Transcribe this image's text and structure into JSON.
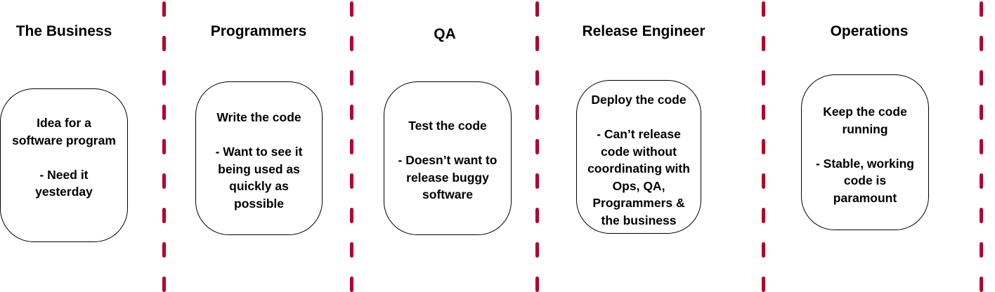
{
  "columns": [
    {
      "title": "The Business",
      "box": {
        "heading": [
          "Idea for a",
          "software program"
        ],
        "note": [
          "- Need it",
          "yesterday"
        ]
      }
    },
    {
      "title": "Programmers",
      "box": {
        "heading": [
          "Write the code"
        ],
        "note": [
          "- Want to see it",
          "being used as",
          "quickly as",
          "possible"
        ]
      }
    },
    {
      "title": "QA",
      "box": {
        "heading": [
          "Test the code"
        ],
        "note": [
          "- Doesn’t want to",
          "release buggy",
          "software"
        ]
      }
    },
    {
      "title": "Release Engineer",
      "box": {
        "heading": [
          "Deploy the code"
        ],
        "note": [
          "- Can’t release",
          "code without",
          "coordinating with",
          "Ops, QA,",
          "Programmers &",
          "the business"
        ]
      }
    },
    {
      "title": "Operations",
      "box": {
        "heading": [
          "Keep the code",
          "running"
        ],
        "note": [
          "- Stable, working",
          "code is",
          "paramount"
        ]
      }
    }
  ],
  "colors": {
    "divider": "#b5002c",
    "box_border": "#000000",
    "text": "#000000"
  }
}
